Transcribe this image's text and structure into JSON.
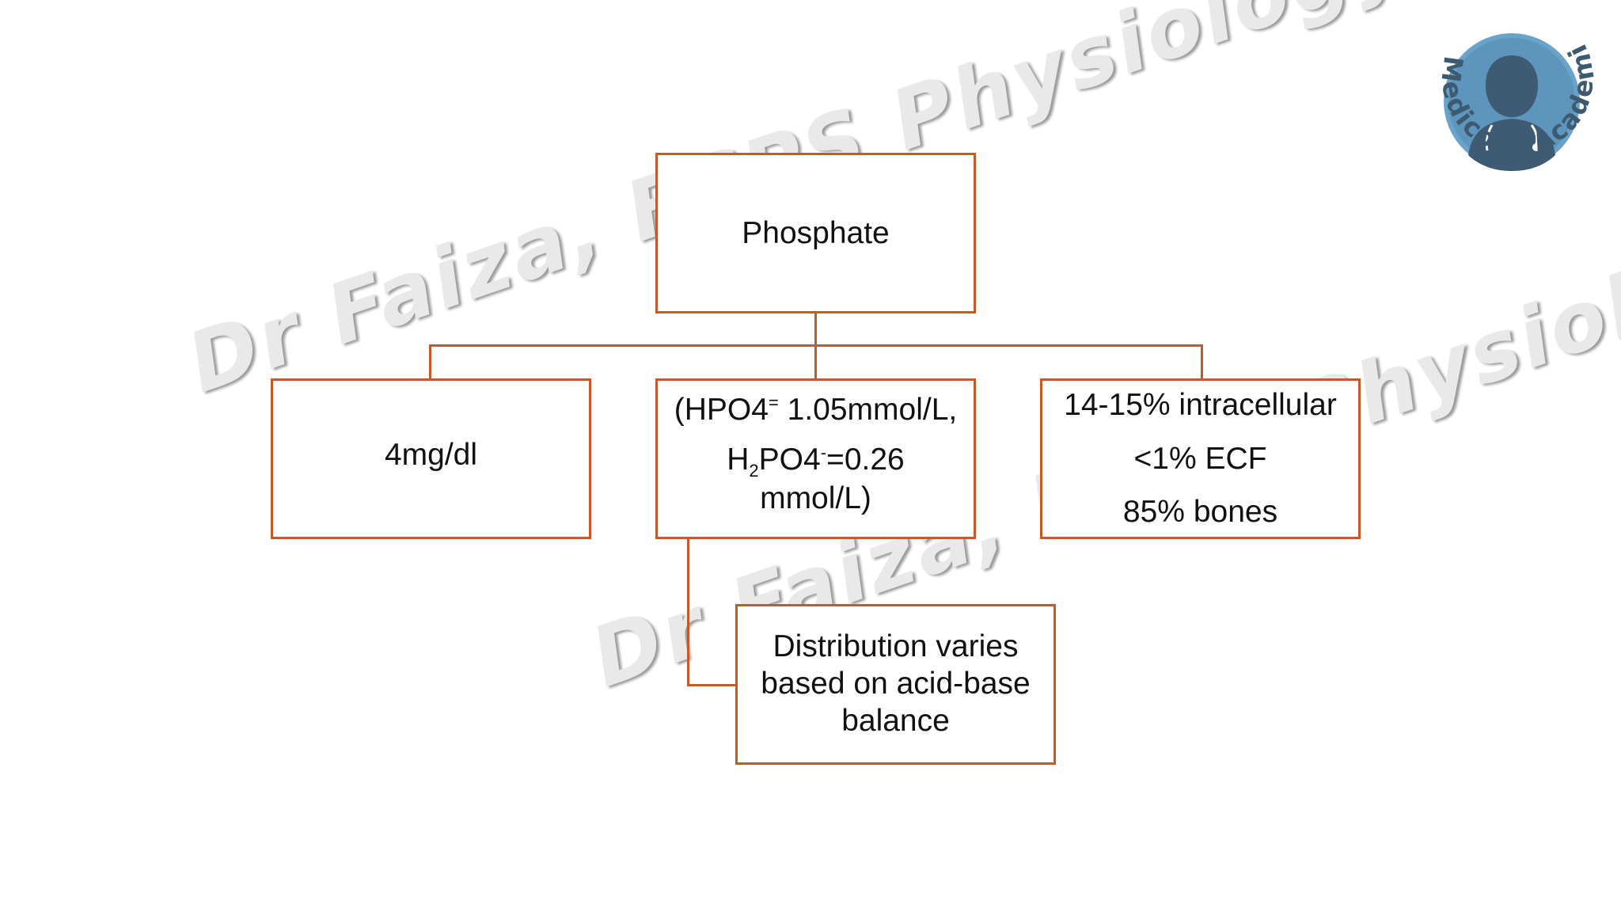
{
  "watermark": {
    "line1": "Dr Faiza, FCPS Physiology",
    "line2": "Dr Faiza, FCPS Physiology"
  },
  "logo": {
    "text": "Medicose Academics",
    "icon": "doctor-avatar-icon"
  },
  "diagram": {
    "root": "Phosphate",
    "concentration": "4mg/dl",
    "forms": {
      "hpo4_open": "(HPO4",
      "hpo4_charge": "=",
      "hpo4_value": " 1.05mmol/L,",
      "h2_h": "H",
      "h2_sub": "2",
      "h2_po4": "PO4",
      "h2_charge": "-",
      "h2_value": "=0.26",
      "h2_unit": "mmol/L)"
    },
    "distribution": {
      "line1": "14-15% intracellular",
      "line2": "<1% ECF",
      "line3": "85% bones"
    },
    "note": "Distribution varies based on acid-base balance"
  },
  "colors": {
    "box_border": "#c55a24",
    "logo_circle": "#6aa3c9",
    "logo_text": "#3d5a70"
  }
}
